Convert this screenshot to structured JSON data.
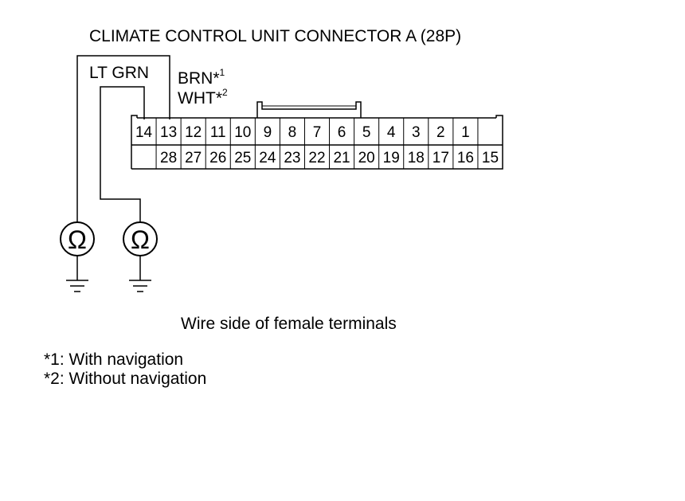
{
  "title": "CLIMATE CONTROL UNIT CONNECTOR A (28P)",
  "wire_labels": {
    "lt_grn": "LT GRN",
    "brn": "BRN*",
    "brn_sup": "1",
    "wht": "WHT*",
    "wht_sup": "2"
  },
  "connector": {
    "top_row": [
      "14",
      "13",
      "12",
      "11",
      "10",
      "9",
      "8",
      "7",
      "6",
      "5",
      "4",
      "3",
      "2",
      "1",
      ""
    ],
    "bottom_row": [
      "",
      "28",
      "27",
      "26",
      "25",
      "24",
      "23",
      "22",
      "21",
      "20",
      "19",
      "18",
      "17",
      "16",
      "15"
    ]
  },
  "meters": [
    {
      "symbol": "Ω",
      "icon": "ohmmeter-icon"
    },
    {
      "symbol": "Ω",
      "icon": "ohmmeter-icon"
    }
  ],
  "ground_icons": [
    "ground-icon",
    "ground-icon"
  ],
  "caption": "Wire side of female terminals",
  "footnotes": [
    "*1: With navigation",
    "*2: Without navigation"
  ]
}
